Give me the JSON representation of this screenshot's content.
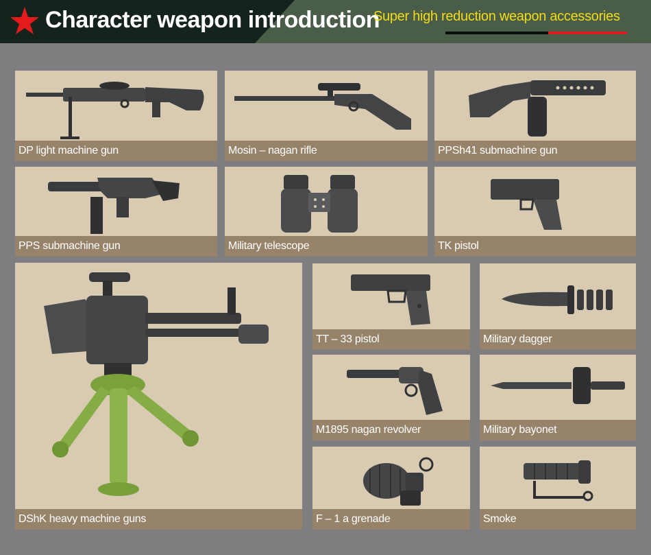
{
  "header": {
    "title": "Character weapon introduction",
    "subtitle": "Super high reduction weapon accessories",
    "colors": {
      "dark": "#14241c",
      "green": "#4a5d48",
      "subtitle": "#f2dc17",
      "star": "#e51b1b",
      "stripe_red": "#d81f1f"
    }
  },
  "items": {
    "dp": {
      "label": "DP light machine gun",
      "icon": "light-machine-gun-icon"
    },
    "mosin": {
      "label": "Mosin – nagan rifle",
      "icon": "rifle-icon"
    },
    "ppsh": {
      "label": "PPSh41 submachine gun",
      "icon": "submachine-gun-icon"
    },
    "pps": {
      "label": "PPS submachine gun",
      "icon": "submachine-gun-icon"
    },
    "telescope": {
      "label": "Military telescope",
      "icon": "binoculars-icon"
    },
    "tk": {
      "label": "TK pistol",
      "icon": "pistol-icon"
    },
    "dshk": {
      "label": "DShK heavy machine guns",
      "icon": "heavy-machine-gun-icon"
    },
    "tt33": {
      "label": "TT – 33 pistol",
      "icon": "pistol-icon"
    },
    "dagger": {
      "label": "Military dagger",
      "icon": "dagger-icon"
    },
    "revolver": {
      "label": "M1895 nagan revolver",
      "icon": "revolver-icon"
    },
    "bayonet": {
      "label": "Military bayonet",
      "icon": "bayonet-icon"
    },
    "grenade": {
      "label": "F – 1 a grenade",
      "icon": "grenade-icon"
    },
    "smoke": {
      "label": "Smoke",
      "icon": "smoke-grenade-icon"
    }
  }
}
